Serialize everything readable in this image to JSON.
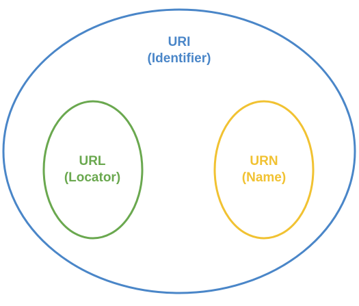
{
  "colors": {
    "uri": "#4a86c8",
    "url": "#6aa84f",
    "urn": "#f1c232"
  },
  "uri": {
    "title": "URI",
    "subtitle": "(Identifier)"
  },
  "url": {
    "title": "URL",
    "subtitle": "(Locator)"
  },
  "urn": {
    "title": "URN",
    "subtitle": "(Name)"
  }
}
